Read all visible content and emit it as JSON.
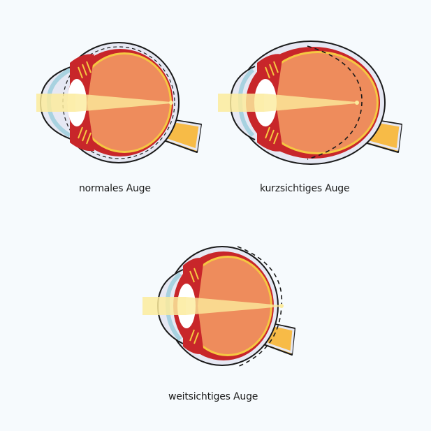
{
  "colors": {
    "background": "#f6fafd",
    "vitreous": "#ee8c5c",
    "choroid": "#c8262a",
    "retina_rim": "#f5c842",
    "sclera": "#e6e8f3",
    "cornea": "#a8d2e0",
    "lens": "#ffffff",
    "light_beam": "#fbeb9c",
    "optic_nerve": "#f7bb47",
    "outline": "#1a1a1a"
  },
  "eyes": [
    {
      "id": "normal",
      "label": "normales Auge",
      "focus_on_retina": true
    },
    {
      "id": "myopic",
      "label": "kurzsichtiges Auge",
      "focus_on_retina": false,
      "focus_position": "in front of retina"
    },
    {
      "id": "hyperopic",
      "label": "weitsichtiges Auge",
      "focus_on_retina": false,
      "focus_position": "behind retina"
    }
  ]
}
